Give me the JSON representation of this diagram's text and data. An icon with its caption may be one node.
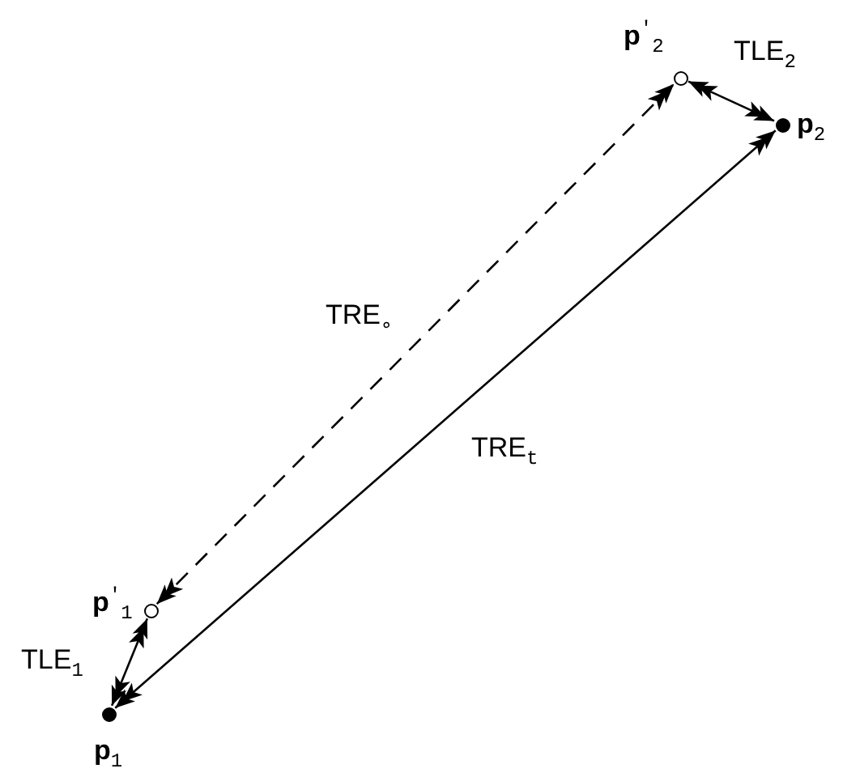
{
  "diagram": {
    "nodes": [
      {
        "text": [],
        "shape": "circle",
        "beside": [
          "**p**$^{′}$$_{2}$"
        ]
      },
      {
        "text": [],
        "shape": "dot",
        "beside": [
          "**p**$_{2}$"
        ]
      },
      {
        "text": [],
        "shape": "circle",
        "beside": [
          "**p**$^{′}$$_{1}$"
        ]
      },
      {
        "text": [],
        "shape": "dot",
        "beside": [
          "**p**$_{1}$"
        ]
      }
    ],
    "edges": [
      {
        "from": 2,
        "to": 0,
        "arrow": "both",
        "style": "dashed",
        "label": "TRE$_{∘}$"
      },
      {
        "from": 3,
        "to": 1,
        "arrow": "both",
        "label": "TRE$_{t}$"
      },
      {
        "from": 0,
        "to": 1,
        "arrow": "both",
        "label": "TLE$_{2}$"
      },
      {
        "from": 2,
        "to": 3,
        "arrow": "both",
        "label": "TLE$_{1}$"
      }
    ]
  }
}
